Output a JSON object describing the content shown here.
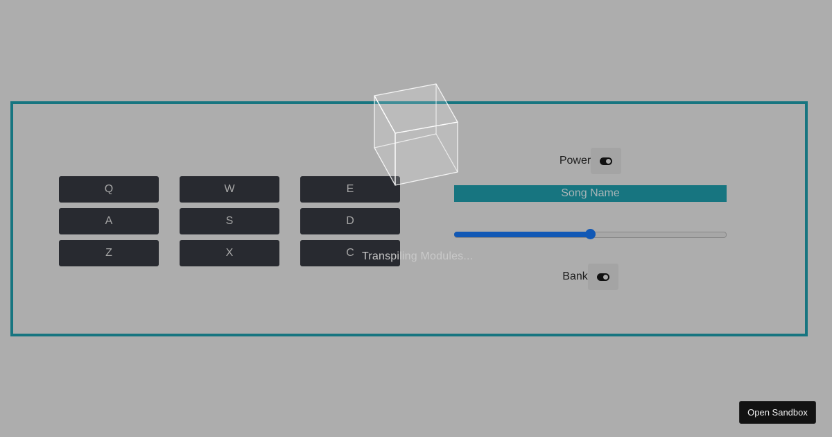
{
  "drum_machine": {
    "pads": [
      {
        "key": "Q"
      },
      {
        "key": "W"
      },
      {
        "key": "E"
      },
      {
        "key": "A"
      },
      {
        "key": "S"
      },
      {
        "key": "D"
      },
      {
        "key": "Z"
      },
      {
        "key": "X"
      },
      {
        "key": "C"
      }
    ],
    "controls": {
      "power_label": "Power",
      "power_on": true,
      "display_text": "Song Name",
      "volume_percent": 50,
      "bank_label": "Bank",
      "bank_on": true
    },
    "colors": {
      "border": "#177580",
      "display_bg": "#177580",
      "pad_bg": "#282a30",
      "slider": "#1158b5",
      "page_bg": "#adadad"
    }
  },
  "loading": {
    "text": "Transpiling Modules..."
  },
  "sandbox": {
    "button_label": "Open Sandbox"
  }
}
